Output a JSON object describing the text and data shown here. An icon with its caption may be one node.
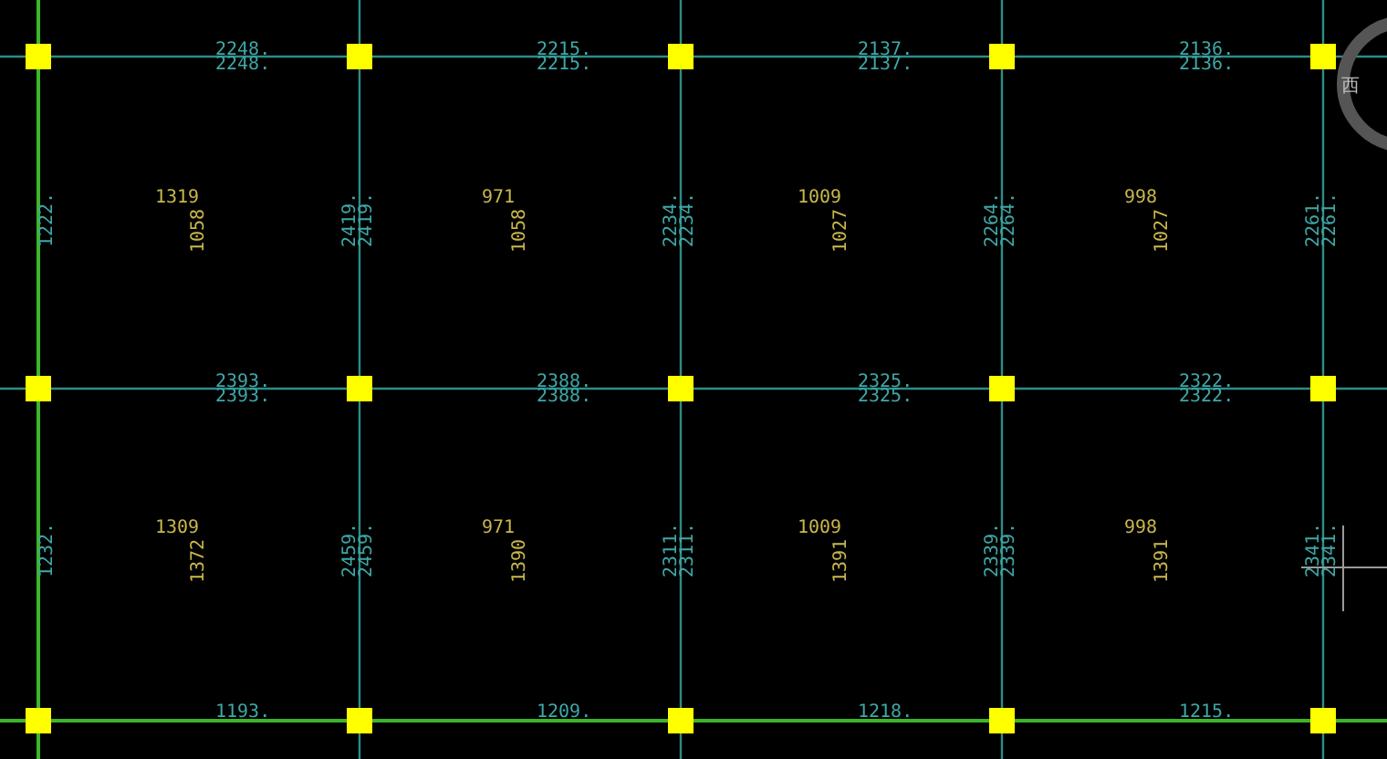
{
  "diagram": {
    "labels": [
      "2248.",
      "2248.",
      "2215.",
      "2215.",
      "2137.",
      "2137.",
      "2136.",
      "2136.",
      "1222.",
      "1319",
      "1058",
      "2419.",
      "2419.",
      "971",
      "1058",
      "2234.",
      "2234.",
      "1009",
      "1027",
      "2264.",
      "2264.",
      "998",
      "1027",
      "2261.",
      "2261.",
      "2393.",
      "2393.",
      "2388.",
      "2388.",
      "2325.",
      "2325.",
      "2322.",
      "2322.",
      "1232.",
      "1309",
      "1372",
      "2459.",
      "2459.",
      "971",
      "1390",
      "2311.",
      "2311.",
      "1009",
      "1391",
      "2339.",
      "2339.",
      "998",
      "1391",
      "2341.",
      "2341.",
      "1193.",
      "1209.",
      "1218.",
      "1215.",
      "西"
    ]
  }
}
